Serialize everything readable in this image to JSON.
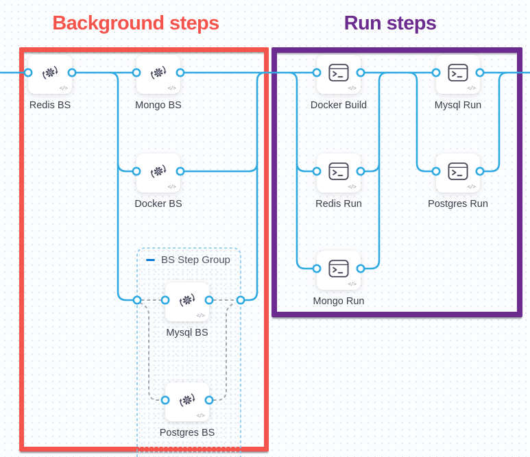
{
  "titles": {
    "background": "Background steps",
    "run": "Run steps"
  },
  "nodes": [
    {
      "id": "redis-bs",
      "label": "Redis BS",
      "type": "background-step"
    },
    {
      "id": "mongo-bs",
      "label": "Mongo BS",
      "type": "background-step"
    },
    {
      "id": "docker-build",
      "label": "Docker Build",
      "type": "run-step"
    },
    {
      "id": "mysql-run",
      "label": "Mysql Run",
      "type": "run-step"
    },
    {
      "id": "docker-bs",
      "label": "Docker BS",
      "type": "background-step"
    },
    {
      "id": "redis-run",
      "label": "Redis Run",
      "type": "run-step"
    },
    {
      "id": "postgres-run",
      "label": "Postgres Run",
      "type": "run-step"
    },
    {
      "id": "mongo-run",
      "label": "Mongo Run",
      "type": "run-step"
    },
    {
      "id": "mysql-bs",
      "label": "Mysql BS",
      "type": "background-step"
    },
    {
      "id": "postgres-bs",
      "label": "Postgres BS",
      "type": "background-step"
    }
  ],
  "step_group": {
    "label": "BS Step Group"
  },
  "badges": {
    "code_glyph": "</>"
  },
  "icons": {
    "background_step": "sync-gear-icon",
    "run_step": "terminal-icon",
    "group_collapse": "minus-icon"
  },
  "colors": {
    "connector": "#2EA9E1",
    "annotation_red": "#F5544D",
    "annotation_purple": "#6B2B8F",
    "dashed_connector": "#A4A5B2",
    "group_border": "#7CC4EC",
    "node_label": "#3B3C4A",
    "group_label": "#4F5162"
  }
}
